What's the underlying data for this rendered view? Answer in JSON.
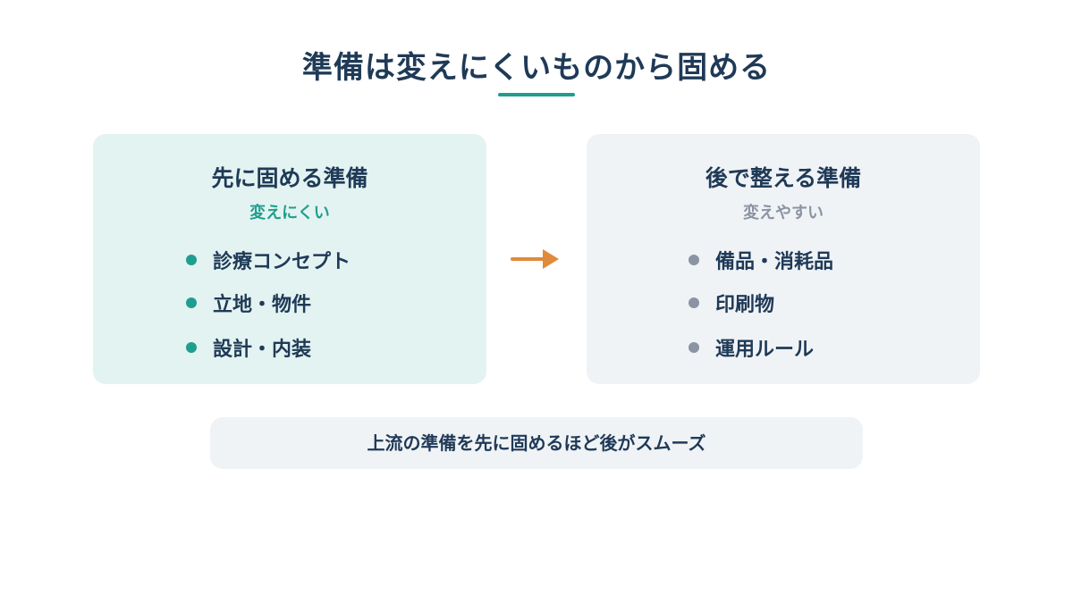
{
  "title": "準備は変えにくいものから固める",
  "colors": {
    "accent": "#1f9e8e",
    "text": "#1f3a57",
    "muted": "#8a94a3",
    "arrow": "#e08a3c",
    "left_card_bg": "#e3f3f1",
    "right_card_bg": "#f0f3f6"
  },
  "left_card": {
    "title": "先に固める準備",
    "subtitle": "変えにくい",
    "items": [
      "診療コンセプト",
      "立地・物件",
      "設計・内装"
    ]
  },
  "right_card": {
    "title": "後で整える準備",
    "subtitle": "変えやすい",
    "items": [
      "備品・消耗品",
      "印刷物",
      "運用ルール"
    ]
  },
  "arrow_icon": "right-arrow",
  "footer": {
    "text": "上流の準備を先に固めるほど後がスムーズ"
  }
}
